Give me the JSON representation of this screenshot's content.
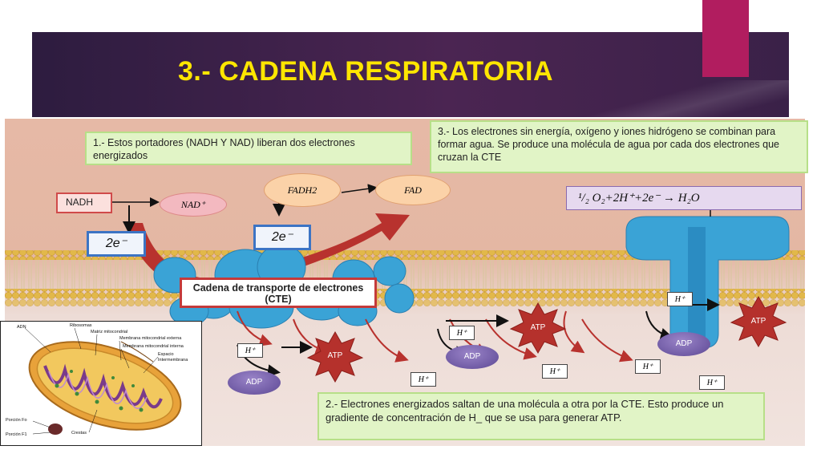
{
  "slide": {
    "title": "3.- CADENA RESPIRATORIA",
    "accent_color": "#b11d5f",
    "title_color": "#ffe600"
  },
  "diagram": {
    "note1": "1.- Estos portadores (NADH Y NAD) liberan dos electrones energizados",
    "note2": "2.- Electrones energizados saltan de una molécula a otra por la CTE. Esto produce un gradiente de concentración de H_ que se usa para generar ATP.",
    "note3": "3.- Los electrones sin energía, oxígeno y iones hidrógeno se combinan para formar agua. Se produce una molécula de agua por cada dos electrones que cruzan la CTE",
    "nadh": "NADH",
    "nad": "NAD⁺",
    "fadh2": "FADH2",
    "fad": "FAD",
    "electrons_1": "2e⁻",
    "electrons_2": "2e⁻",
    "cte_label": "Cadena de transporte de electrones (CTE)",
    "equation": "¹/₂ O₂+2H⁺+2e⁻ → H₂O",
    "adp_label": "ADP",
    "atp_label": "ATP",
    "hplus": "H⁺"
  },
  "mitochondrion": {
    "labels": [
      "ADN",
      "Ribosomas",
      "Matriz mitocondrial",
      "Membrana mitocondrial externa",
      "Membrana mitocondrial interna",
      "Espacio Intermembrana",
      "Porción Fo",
      "Porción F1",
      "Crestas"
    ]
  },
  "colors": {
    "membrane_head": "#e2b84a",
    "protein_blue": "#3aa3d6",
    "arrow_red": "#b8322e",
    "adp_purple": "#6f5aa4",
    "atp_red": "#b5312c"
  }
}
